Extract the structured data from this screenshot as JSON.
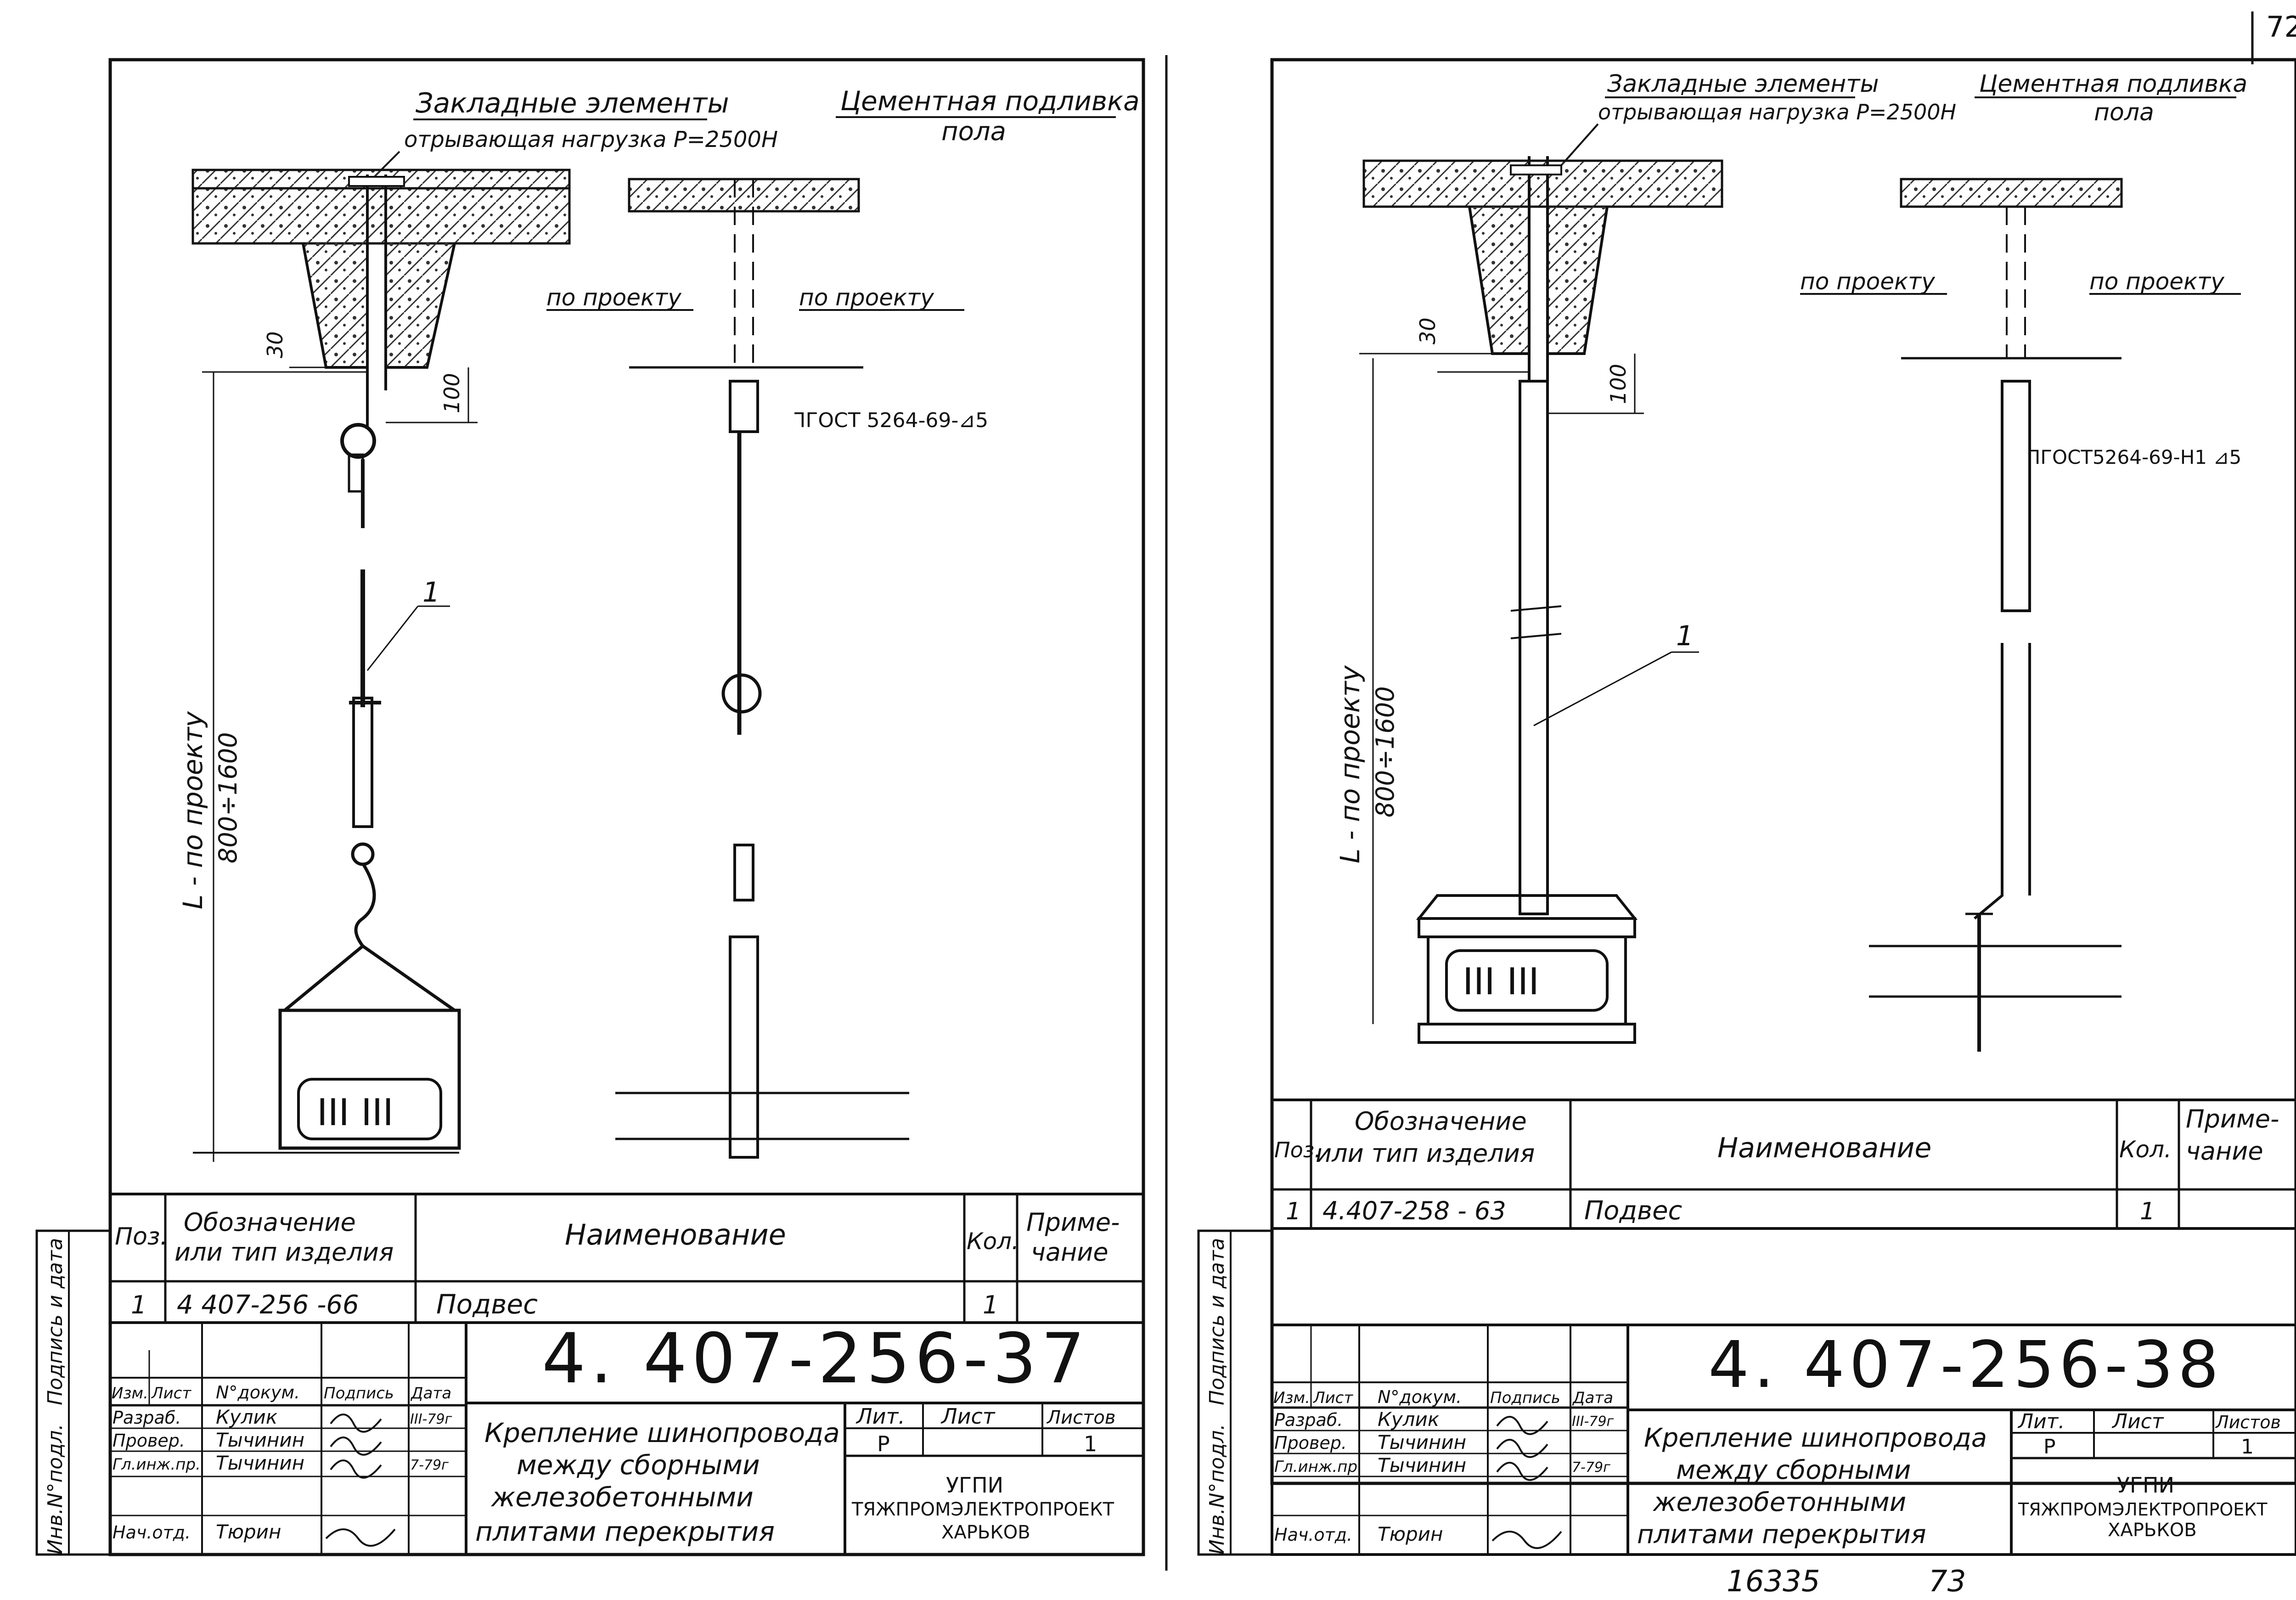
{
  "page_number_top": "72",
  "page_number_bottom": "73",
  "archive_number": "16335",
  "common": {
    "embedded": "Закладные элементы",
    "load": "отрывающая нагрузка Р=2500Н",
    "screed_1": "Цементная подливка",
    "screed_2": "пола",
    "per_project": "по проекту",
    "dim_30": "30",
    "dim_100": "100",
    "length_1": "L - по проекту",
    "length_2": "800÷1600",
    "leader_1": "1",
    "col_pos": "Поз.",
    "col_desig_1": "Обозначение",
    "col_desig_2": "или тип изделия",
    "col_name": "Наименование",
    "col_qty": "Кол.",
    "col_note_1": "Приме-",
    "col_note_2": "чание",
    "row_pos": "1",
    "row_name": "Подвес",
    "row_qty": "1",
    "tb_izm": "Изм.",
    "tb_list": "Лист",
    "tb_doc": "N°докум.",
    "tb_sign": "Подпись",
    "tb_date": "Дата",
    "role_1": "Разраб.",
    "role_2": "Провер.",
    "role_3": "Гл.инж.пр.",
    "role_4": "Нач.отд.",
    "name_1": "Кулик",
    "name_2": "Тычинин",
    "name_3": "Тычинин",
    "name_4": "Тюрин",
    "date_1": "III-79г",
    "date_2": "7-79г",
    "title_1": "Крепление шинопровода",
    "title_2": "между сборными",
    "title_3": "железобетонными",
    "title_4": "плитами перекрытия",
    "lit": "Лит.",
    "sheet": "Лист",
    "sheets": "Листов",
    "lit_val": "Р",
    "sheets_val": "1",
    "org_1": "УГПИ",
    "org_2": "ТЯЖПРОМЭЛЕКТРОПРОЕКТ",
    "org_3": "ХАРЬКОВ",
    "side_1": "Инв.N°подл.",
    "side_2": "Подпись и дата",
    "busbar_mark": "III   III"
  },
  "sheet_37": {
    "weld": "⅂ГОСТ 5264-69-⊿5",
    "designation": "4 407-256 -66",
    "code": "4. 407-256-37"
  },
  "sheet_38": {
    "weld": "⅂ГОСТ5264-69-Н1 ⊿5",
    "designation": "4.407-258 - 63",
    "code": "4. 407-256-38"
  }
}
